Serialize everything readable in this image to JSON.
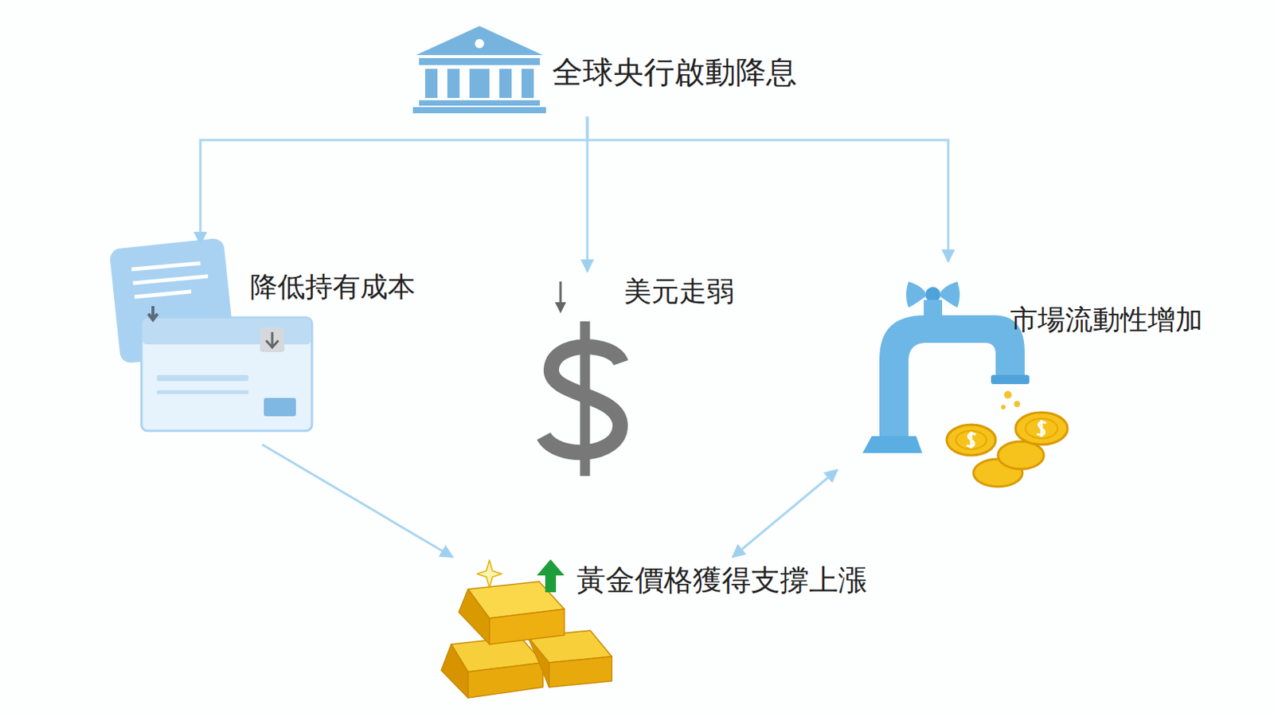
{
  "diagram": {
    "nodes": [
      {
        "text": [
          "全球央行啟動降息"
        ]
      },
      {
        "text": [
          "降低持有成本"
        ]
      },
      {
        "text": [
          "美元走弱"
        ]
      },
      {
        "text": [
          "市場流動性增加"
        ]
      },
      {
        "text": [
          "黃金價格獲得支撐上漲"
        ]
      }
    ],
    "edges": [
      {
        "from": 0,
        "to": 1,
        "arrow": "to"
      },
      {
        "from": 0,
        "to": 2,
        "arrow": "to"
      },
      {
        "from": 0,
        "to": 3,
        "arrow": "to"
      },
      {
        "from": 1,
        "to": 4,
        "arrow": "to"
      },
      {
        "from": 3,
        "to": 4,
        "arrow": "both"
      }
    ]
  }
}
